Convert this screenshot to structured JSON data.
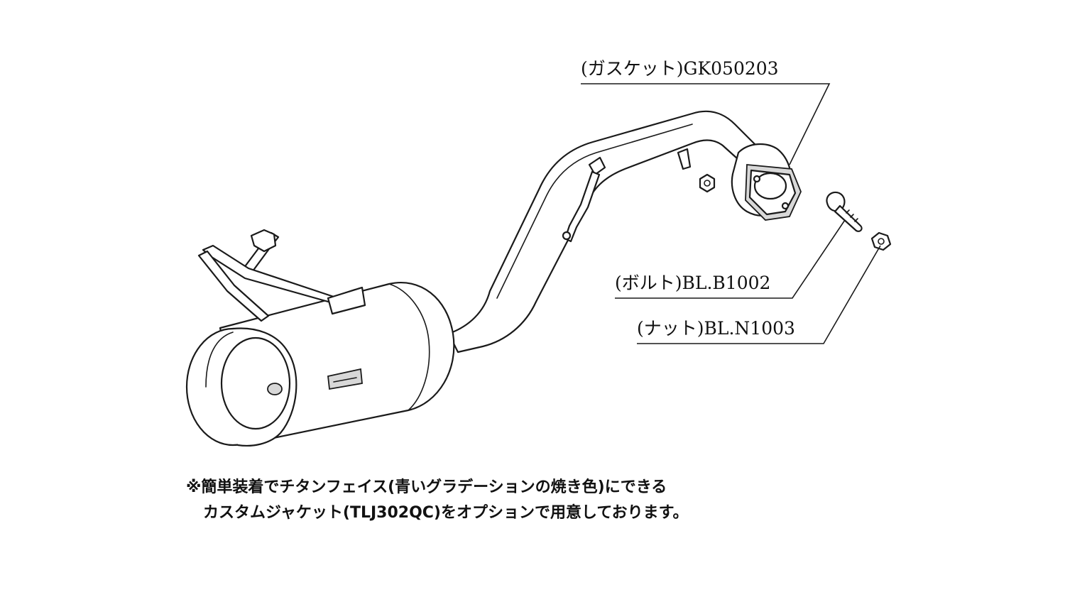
{
  "callouts": {
    "gasket": "(ガスケット)GK050203",
    "bolt": "(ボルト)BL.B1002",
    "nut": "(ナット)BL.N1003"
  },
  "note": {
    "line1": "※簡単装着でチタンフェイス(青いグラデーションの焼き色)にできる",
    "line2": "カスタムジャケット(TLJ302QC)をオプションで用意しております。"
  },
  "colors": {
    "line": "#1a1a1a",
    "background": "#ffffff"
  }
}
